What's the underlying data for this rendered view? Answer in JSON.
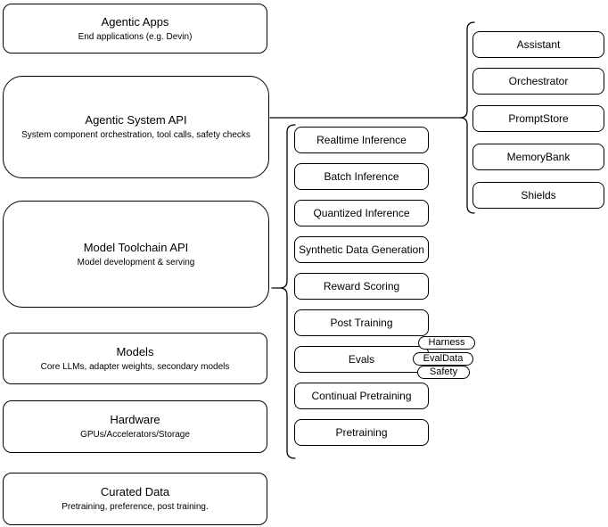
{
  "diagram": {
    "left_stack": [
      {
        "title": "Agentic Apps",
        "subtitle": "End applications (e.g. Devin)"
      },
      {
        "title": "Agentic System API",
        "subtitle": "System component orchestration, tool calls, safety checks"
      },
      {
        "title": "Model Toolchain API",
        "subtitle": "Model development & serving"
      },
      {
        "title": "Models",
        "subtitle": "Core LLMs, adapter weights, secondary models"
      },
      {
        "title": "Hardware",
        "subtitle": "GPUs/Accelerators/Storage"
      },
      {
        "title": "Curated Data",
        "subtitle": "Pretraining, preference, post training."
      }
    ],
    "toolchain_services": [
      "Realtime Inference",
      "Batch Inference",
      "Quantized Inference",
      "Synthetic Data Generation",
      "Reward Scoring",
      "Post Training",
      "Evals",
      "Continual Pretraining",
      "Pretraining"
    ],
    "evals_tags": [
      "Harness",
      "EvalData",
      "Safety"
    ],
    "system_components": [
      "Assistant",
      "Orchestrator",
      "PromptStore",
      "MemoryBank",
      "Shields"
    ],
    "colors": {
      "stroke": "#000000",
      "fill": "#ffffff",
      "background": "#ffffff"
    }
  }
}
